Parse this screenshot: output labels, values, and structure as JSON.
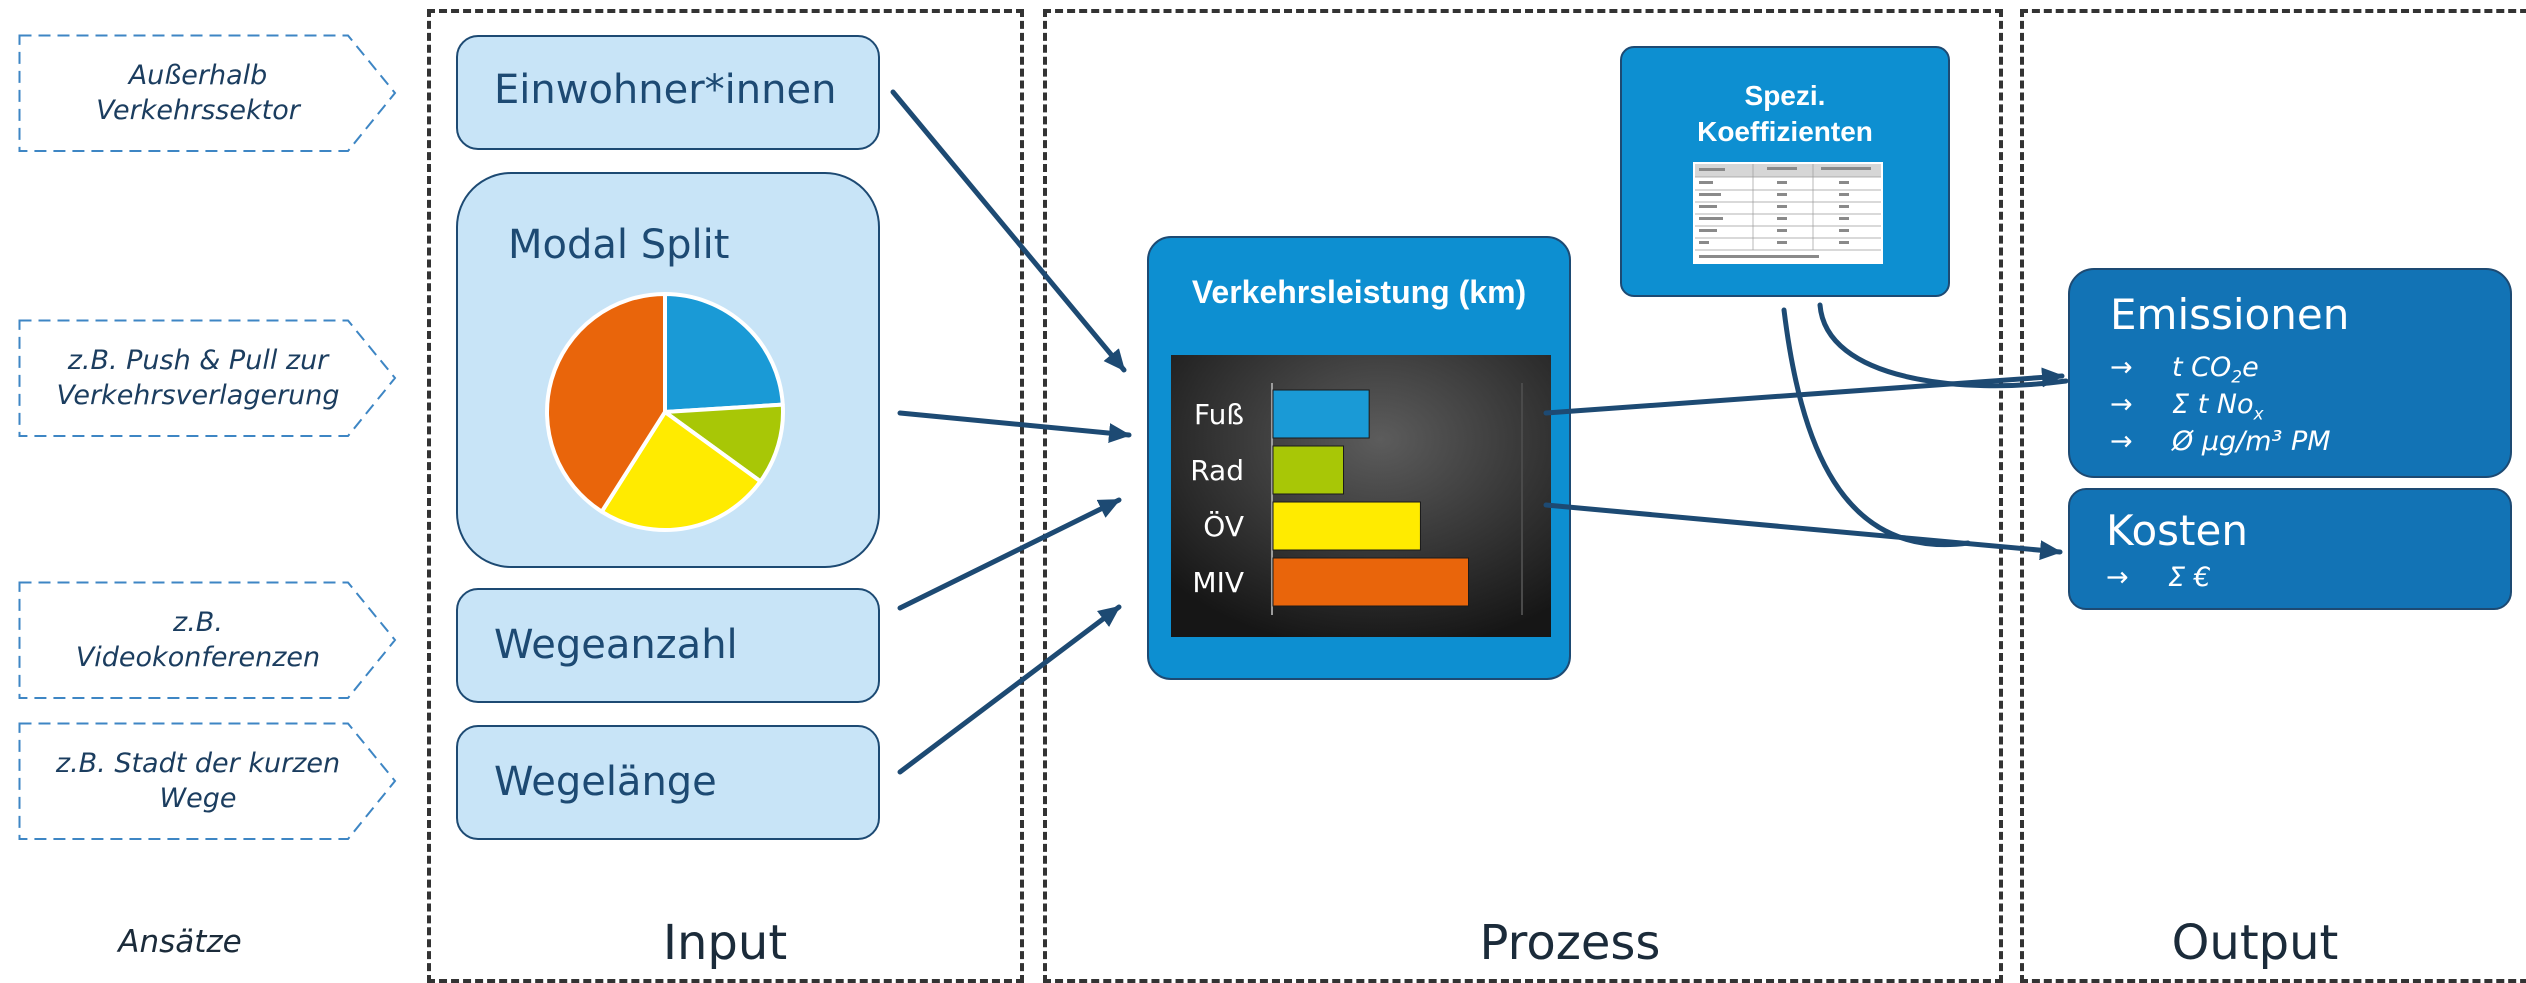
{
  "approaches": {
    "title": "Ansätze",
    "items": [
      {
        "lines": [
          "Außerhalb",
          "Verkehrssektor"
        ]
      },
      {
        "lines": [
          "z.B. Push & Pull zur",
          "Verkehrsverlagerung"
        ]
      },
      {
        "lines": [
          "z.B.",
          "Videokonferenzen"
        ]
      },
      {
        "lines": [
          "z.B. Stadt der kurzen",
          "Wege"
        ]
      }
    ]
  },
  "sections": {
    "input": "Input",
    "process": "Prozess",
    "output": "Output"
  },
  "inputs": {
    "residents": "Einwohner*innen",
    "modal_split": "Modal Split",
    "trip_count": "Wegeanzahl",
    "trip_length": "Wegelänge"
  },
  "modal_split_pie": {
    "colors": [
      "#1a9ad6",
      "#a8c706",
      "#ffeb00",
      "#e9650b"
    ],
    "slices": [
      {
        "value": 24,
        "color": "#1a9ad6"
      },
      {
        "value": 11,
        "color": "#a8c706"
      },
      {
        "value": 24,
        "color": "#ffeb00"
      },
      {
        "value": 41,
        "color": "#e9650b"
      }
    ]
  },
  "process": {
    "title": "Verkehrsleistung (km)",
    "coefficients_title_line1": "Spezi.",
    "coefficients_title_line2": "Koeffizienten"
  },
  "chart_data": {
    "type": "bar",
    "orientation": "horizontal",
    "title": "Verkehrsleistung (km)",
    "categories": [
      "Fuß",
      "Rad",
      "ÖV",
      "MIV"
    ],
    "values": [
      3.0,
      2.2,
      4.6,
      6.1
    ],
    "colors": [
      "#1a9ad6",
      "#a8c706",
      "#ffeb00",
      "#e9650b"
    ],
    "xlim": [
      0,
      7.8
    ],
    "grid": false,
    "legend": "none"
  },
  "outputs": {
    "emissions": {
      "title": "Emissionen",
      "arrow": "→",
      "items": [
        {
          "base": "t CO",
          "sub": "2",
          "rest": "e"
        },
        {
          "base": "Σ t No",
          "sub": "x",
          "rest": ""
        },
        {
          "base": "Ø µg/m³ PM",
          "sub": "",
          "rest": ""
        }
      ]
    },
    "costs": {
      "title": "Kosten",
      "arrow": "→",
      "items": [
        {
          "base": "Σ €",
          "sub": "",
          "rest": ""
        }
      ]
    }
  },
  "colors": {
    "arrow": "#1d4a73",
    "input_fill": "#c8e4f7",
    "process_fill": "#0d8fd1",
    "output_fill": "#1273b5",
    "approach_border": "#3e86c4"
  }
}
